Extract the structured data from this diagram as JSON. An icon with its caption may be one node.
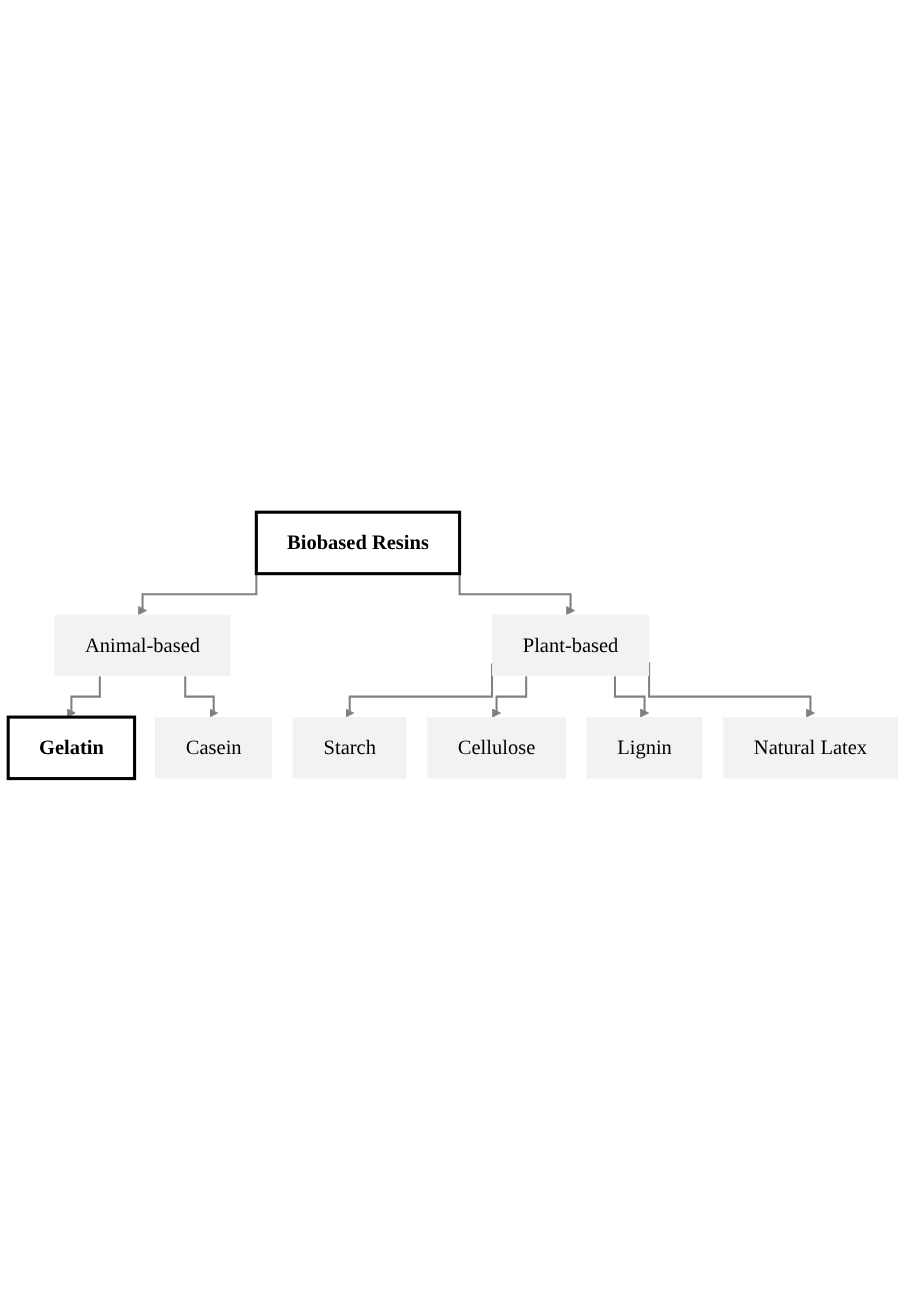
{
  "diagram": {
    "nodes": [
      {
        "text": [
          "Biobased Resins"
        ]
      },
      {
        "text": [
          "Animal-based"
        ]
      },
      {
        "text": [
          "Plant-based"
        ]
      },
      {
        "text": [
          "Gelatin"
        ]
      },
      {
        "text": [
          "Casein"
        ]
      },
      {
        "text": [
          "Starch"
        ]
      },
      {
        "text": [
          "Cellulose"
        ]
      },
      {
        "text": [
          "Lignin"
        ]
      },
      {
        "text": [
          "Natural Latex"
        ]
      }
    ],
    "edges": [
      {
        "from": 0,
        "to": 1,
        "arrow": "to"
      },
      {
        "from": 0,
        "to": 2,
        "arrow": "to"
      },
      {
        "from": 1,
        "to": 3,
        "arrow": "to"
      },
      {
        "from": 1,
        "to": 4,
        "arrow": "to"
      },
      {
        "from": 2,
        "to": 5,
        "arrow": "to"
      },
      {
        "from": 2,
        "to": 6,
        "arrow": "to"
      },
      {
        "from": 2,
        "to": 7,
        "arrow": "to"
      },
      {
        "from": 2,
        "to": 8,
        "arrow": "to"
      }
    ]
  }
}
